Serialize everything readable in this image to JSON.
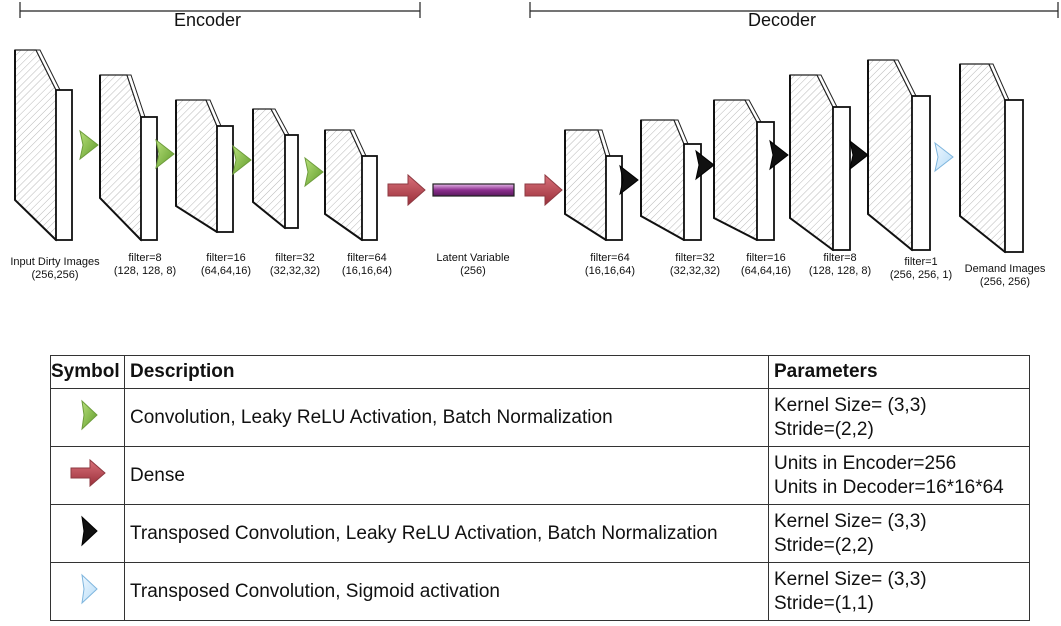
{
  "sections": {
    "encoder": "Encoder",
    "decoder": "Decoder"
  },
  "layers": [
    {
      "name": "Input Dirty Images",
      "shape": "(256,256)"
    },
    {
      "name": "filter=8",
      "shape": "(128, 128, 8)"
    },
    {
      "name": "filter=16",
      "shape": "(64,64,16)"
    },
    {
      "name": "filter=32",
      "shape": "(32,32,32)"
    },
    {
      "name": "filter=64",
      "shape": "(16,16,64)"
    },
    {
      "name": "Latent Variable",
      "shape": "(256)"
    },
    {
      "name": "filter=64",
      "shape": "(16,16,64)"
    },
    {
      "name": "filter=32",
      "shape": "(32,32,32)"
    },
    {
      "name": "filter=16",
      "shape": "(64,64,16)"
    },
    {
      "name": "filter=8",
      "shape": "(128, 128, 8)"
    },
    {
      "name": "filter=1",
      "shape": "(256, 256, 1)"
    },
    {
      "name": "Demand Images",
      "shape": "(256, 256)"
    }
  ],
  "legend": {
    "headers": {
      "symbol": "Symbol",
      "description": "Description",
      "parameters": "Parameters"
    },
    "rows": [
      {
        "symbol": "green-arrow",
        "color": "#8cc63f",
        "description": "Convolution, Leaky ReLU Activation, Batch Normalization",
        "param1": "Kernel Size= (3,3)",
        "param2": "Stride=(2,2)"
      },
      {
        "symbol": "red-arrow",
        "color": "#b5444f",
        "description": "Dense",
        "param1": "Units in Encoder=256",
        "param2": "Units in Decoder=16*16*64"
      },
      {
        "symbol": "black-arrow",
        "color": "#111111",
        "description": "Transposed Convolution, Leaky ReLU Activation, Batch Normalization",
        "param1": "Kernel Size= (3,3)",
        "param2": "Stride=(2,2)"
      },
      {
        "symbol": "lightblue-arrow",
        "color": "#cfe8fb",
        "description": "Transposed Convolution, Sigmoid activation",
        "param1": "Kernel Size= (3,3)",
        "param2": "Stride=(1,1)"
      }
    ]
  }
}
